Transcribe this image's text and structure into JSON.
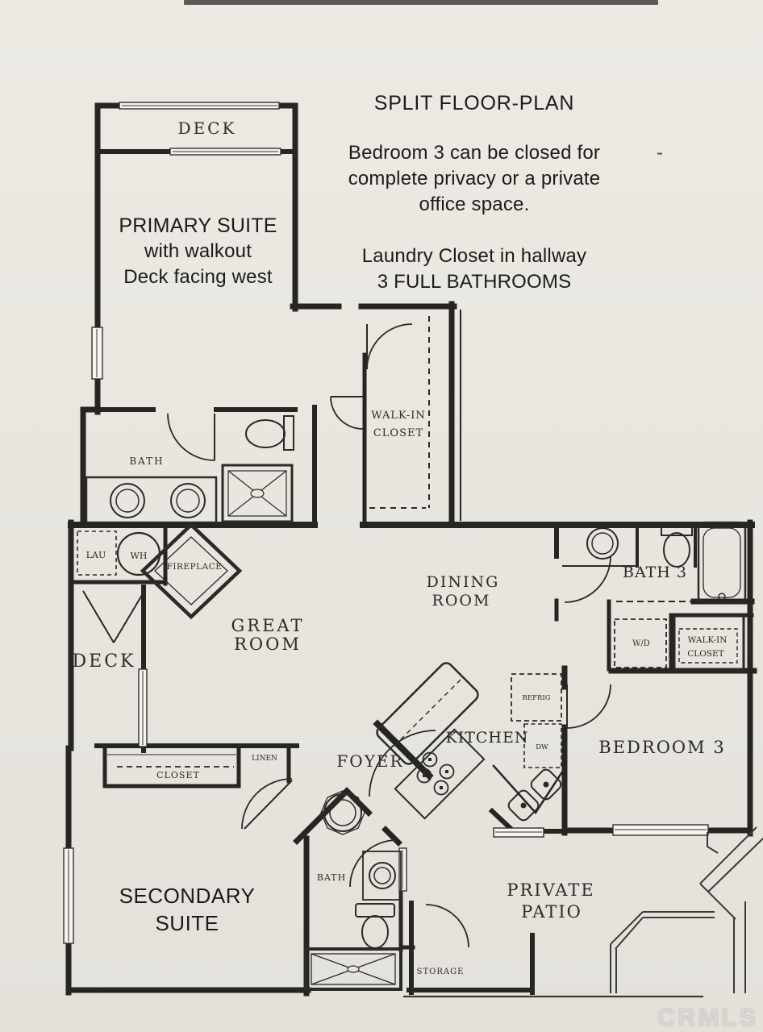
{
  "page": {
    "background": "#e9e6e0",
    "ink": "#262522",
    "watermark": "CRMLS"
  },
  "annotations": {
    "title": "SPLIT FLOOR-PLAN",
    "note1": {
      "line1": "Bedroom 3 can be closed for",
      "line2": "complete privacy or a private",
      "line3": "office space.",
      "dash": "-"
    },
    "note2": {
      "line1": "Laundry Closet in hallway",
      "line2": "3 FULL BATHROOMS"
    },
    "primary_suite": {
      "line1": "PRIMARY SUITE",
      "line2": "with walkout",
      "line3": "Deck facing west"
    },
    "secondary_suite": {
      "line1": "SECONDARY",
      "line2": "SUITE"
    }
  },
  "labels": {
    "deck_top": "DECK",
    "deck_left": "DECK",
    "bath_primary": "BATH",
    "walkin1_line1": "WALK-IN",
    "walkin1_line2": "CLOSET",
    "lau": "LAU",
    "wh": "WH",
    "fireplace": "FIREPLACE",
    "great_line1": "GREAT",
    "great_line2": "ROOM",
    "dining_line1": "DINING",
    "dining_line2": "ROOM",
    "bath3": "BATH 3",
    "wd": "W/D",
    "walkin2_line1": "WALK-IN",
    "walkin2_line2": "CLOSET",
    "bedroom3": "BEDROOM 3",
    "kitchen": "KITCHEN",
    "refrig": "REFRIG",
    "dw": "DW",
    "foyer": "FOYER",
    "closet": "CLOSET",
    "linen": "LINEN",
    "bath_secondary": "BATH",
    "storage": "STORAGE",
    "patio_line1": "PRIVATE",
    "patio_line2": "PATIO"
  }
}
